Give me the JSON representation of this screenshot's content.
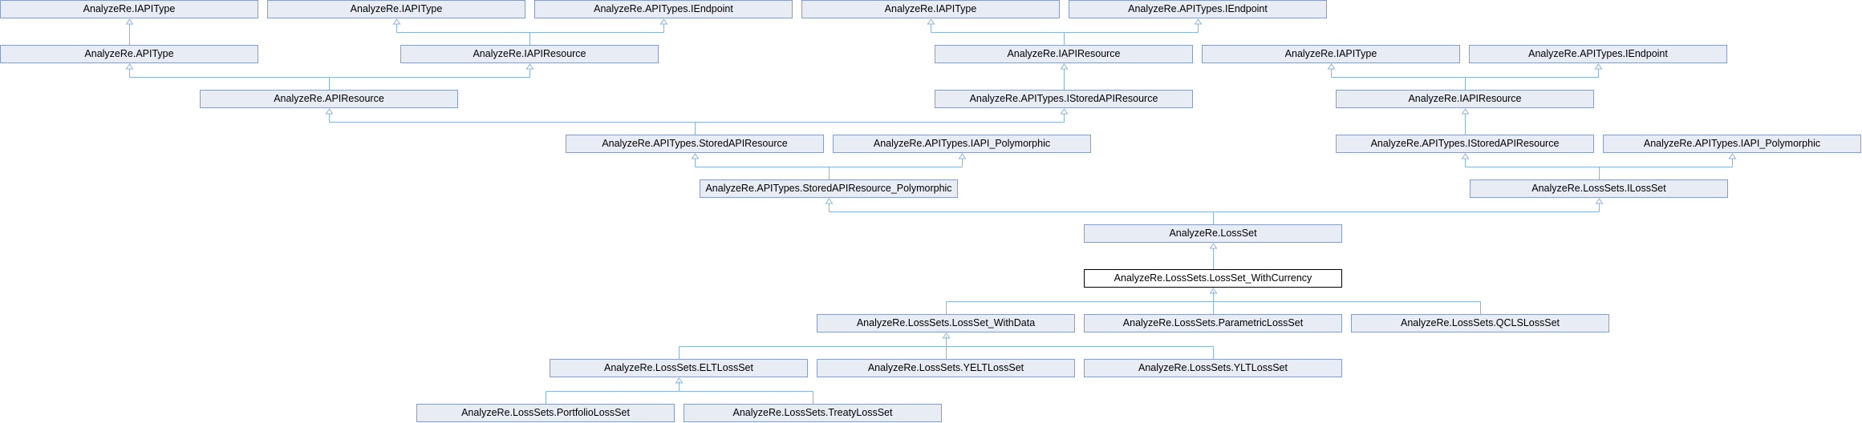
{
  "diagram": {
    "nodes": [
      {
        "id": "r0_iapitype_a",
        "label": "AnalyzeRe.IAPIType"
      },
      {
        "id": "r0_iapitype_b",
        "label": "AnalyzeRe.IAPIType"
      },
      {
        "id": "r0_iendpoint_a",
        "label": "AnalyzeRe.APITypes.IEndpoint"
      },
      {
        "id": "r0_iapitype_c",
        "label": "AnalyzeRe.IAPIType"
      },
      {
        "id": "r0_iendpoint_b",
        "label": "AnalyzeRe.APITypes.IEndpoint"
      },
      {
        "id": "r1_apitype",
        "label": "AnalyzeRe.APIType"
      },
      {
        "id": "r1_iapiresource_a",
        "label": "AnalyzeRe.IAPIResource"
      },
      {
        "id": "r1_iapiresource_b",
        "label": "AnalyzeRe.IAPIResource"
      },
      {
        "id": "r1_iapitype_d",
        "label": "AnalyzeRe.IAPIType"
      },
      {
        "id": "r1_iendpoint_c",
        "label": "AnalyzeRe.APITypes.IEndpoint"
      },
      {
        "id": "r2_apiresource",
        "label": "AnalyzeRe.APIResource"
      },
      {
        "id": "r2_istored_a",
        "label": "AnalyzeRe.APITypes.IStoredAPIResource"
      },
      {
        "id": "r2_iapiresource_c",
        "label": "AnalyzeRe.IAPIResource"
      },
      {
        "id": "r3_stored",
        "label": "AnalyzeRe.APITypes.StoredAPIResource"
      },
      {
        "id": "r3_ipoly_a",
        "label": "AnalyzeRe.APITypes.IAPI_Polymorphic"
      },
      {
        "id": "r3_istored_b",
        "label": "AnalyzeRe.APITypes.IStoredAPIResource"
      },
      {
        "id": "r3_ipoly_b",
        "label": "AnalyzeRe.APITypes.IAPI_Polymorphic"
      },
      {
        "id": "r4_stored_poly",
        "label": "AnalyzeRe.APITypes.StoredAPIResource_Polymorphic"
      },
      {
        "id": "r4_ilossset",
        "label": "AnalyzeRe.LossSets.ILossSet"
      },
      {
        "id": "r5_lossset",
        "label": "AnalyzeRe.LossSet"
      },
      {
        "id": "r6_withcurrency",
        "label": "AnalyzeRe.LossSets.LossSet_WithCurrency"
      },
      {
        "id": "r7_withdata",
        "label": "AnalyzeRe.LossSets.LossSet_WithData"
      },
      {
        "id": "r7_parametric",
        "label": "AnalyzeRe.LossSets.ParametricLossSet"
      },
      {
        "id": "r7_qcls",
        "label": "AnalyzeRe.LossSets.QCLSLossSet"
      },
      {
        "id": "r8_elt",
        "label": "AnalyzeRe.LossSets.ELTLossSet"
      },
      {
        "id": "r8_yelt",
        "label": "AnalyzeRe.LossSets.YELTLossSet"
      },
      {
        "id": "r8_ylt",
        "label": "AnalyzeRe.LossSets.YLTLossSet"
      },
      {
        "id": "r9_portfolio",
        "label": "AnalyzeRe.LossSets.PortfolioLossSet"
      },
      {
        "id": "r9_treaty",
        "label": "AnalyzeRe.LossSets.TreatyLossSet"
      }
    ],
    "edges": [
      {
        "from": "r1_apitype",
        "to": "r0_iapitype_a"
      },
      {
        "from": "r1_iapiresource_a",
        "to": "r0_iapitype_b"
      },
      {
        "from": "r1_iapiresource_a",
        "to": "r0_iendpoint_a"
      },
      {
        "from": "r1_iapiresource_b",
        "to": "r0_iapitype_c"
      },
      {
        "from": "r1_iapiresource_b",
        "to": "r0_iendpoint_b"
      },
      {
        "from": "r2_apiresource",
        "to": "r1_apitype"
      },
      {
        "from": "r2_apiresource",
        "to": "r1_iapiresource_a"
      },
      {
        "from": "r2_istored_a",
        "to": "r1_iapiresource_b"
      },
      {
        "from": "r2_iapiresource_c",
        "to": "r1_iapitype_d"
      },
      {
        "from": "r2_iapiresource_c",
        "to": "r1_iendpoint_c"
      },
      {
        "from": "r3_stored",
        "to": "r2_apiresource"
      },
      {
        "from": "r3_stored",
        "to": "r2_istored_a"
      },
      {
        "from": "r3_istored_b",
        "to": "r2_iapiresource_c"
      },
      {
        "from": "r4_stored_poly",
        "to": "r3_stored"
      },
      {
        "from": "r4_stored_poly",
        "to": "r3_ipoly_a"
      },
      {
        "from": "r4_ilossset",
        "to": "r3_istored_b"
      },
      {
        "from": "r4_ilossset",
        "to": "r3_ipoly_b"
      },
      {
        "from": "r5_lossset",
        "to": "r4_stored_poly"
      },
      {
        "from": "r5_lossset",
        "to": "r4_ilossset"
      },
      {
        "from": "r6_withcurrency",
        "to": "r5_lossset"
      },
      {
        "from": "r7_withdata",
        "to": "r6_withcurrency"
      },
      {
        "from": "r7_parametric",
        "to": "r6_withcurrency"
      },
      {
        "from": "r7_qcls",
        "to": "r6_withcurrency"
      },
      {
        "from": "r8_elt",
        "to": "r7_withdata"
      },
      {
        "from": "r8_yelt",
        "to": "r7_withdata"
      },
      {
        "from": "r8_ylt",
        "to": "r7_withdata"
      },
      {
        "from": "r9_portfolio",
        "to": "r8_elt"
      },
      {
        "from": "r9_treaty",
        "to": "r8_elt"
      }
    ],
    "current_node": "r6_withcurrency",
    "colors": {
      "edge": "#8ab4e0",
      "node_fill": "#e8ecf5",
      "node_border": "#8a9cc4",
      "current_border": "#000000"
    }
  }
}
